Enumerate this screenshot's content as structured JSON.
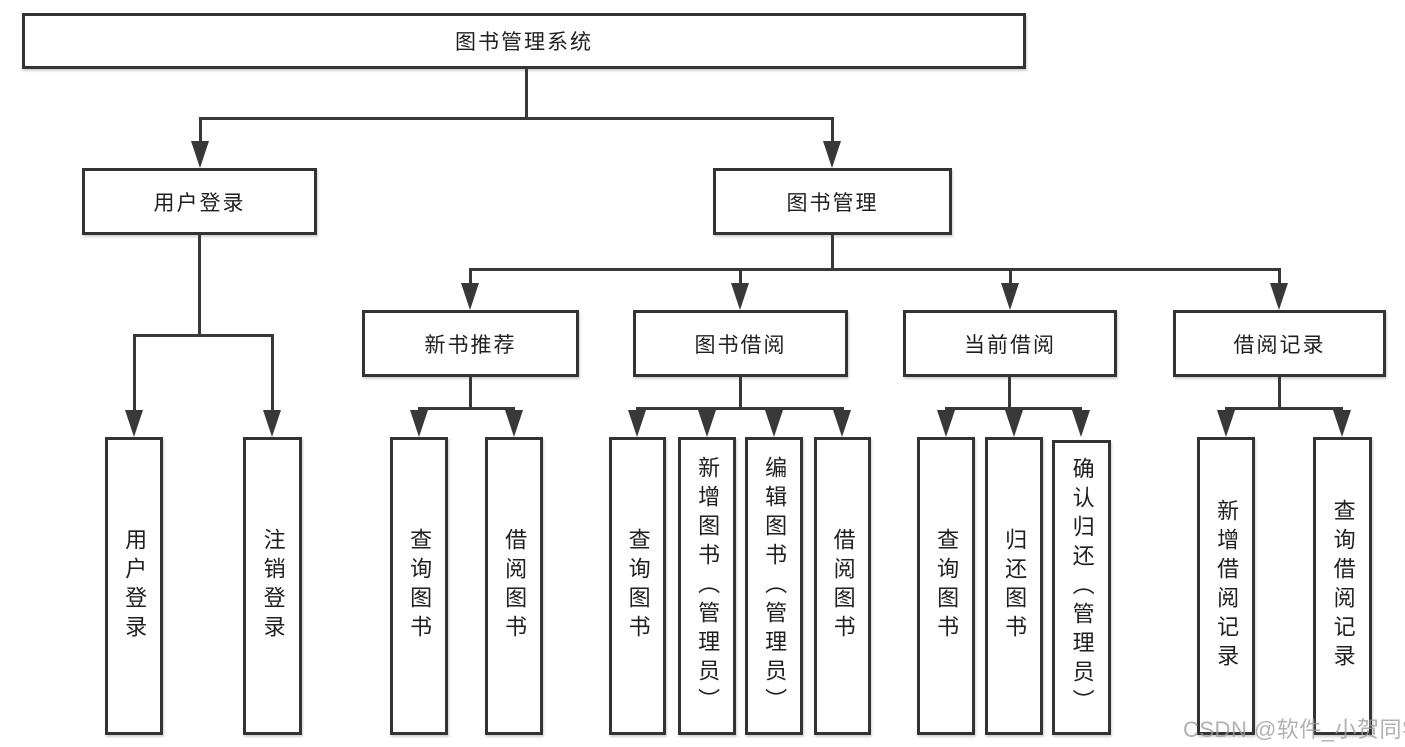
{
  "tree": {
    "root": {
      "label": "图书管理系统"
    },
    "branches": [
      {
        "label": "用户登录",
        "children": [
          {
            "label": "用户登录"
          },
          {
            "label": "注销登录"
          }
        ]
      },
      {
        "label": "图书管理",
        "groups": [
          {
            "label": "新书推荐",
            "children": [
              {
                "label": "查询图书"
              },
              {
                "label": "借阅图书"
              }
            ]
          },
          {
            "label": "图书借阅",
            "children": [
              {
                "label": "查询图书"
              },
              {
                "label": "新增图书（管理员）"
              },
              {
                "label": "编辑图书（管理员）"
              },
              {
                "label": "借阅图书"
              }
            ]
          },
          {
            "label": "当前借阅",
            "children": [
              {
                "label": "查询图书"
              },
              {
                "label": "归还图书"
              },
              {
                "label": "确认归还（管理员）"
              }
            ]
          },
          {
            "label": "借阅记录",
            "children": [
              {
                "label": "新增借阅记录"
              },
              {
                "label": "查询借阅记录"
              }
            ]
          }
        ]
      }
    ]
  },
  "watermark": {
    "text": "CSDN @软件_小贺同学"
  },
  "colors": {
    "line": "#383838",
    "box_border": "#333333",
    "box_fill": "#ffffff",
    "text": "#1f1f1f",
    "watermark": "#9e9e9e",
    "background": "#ffffff"
  }
}
